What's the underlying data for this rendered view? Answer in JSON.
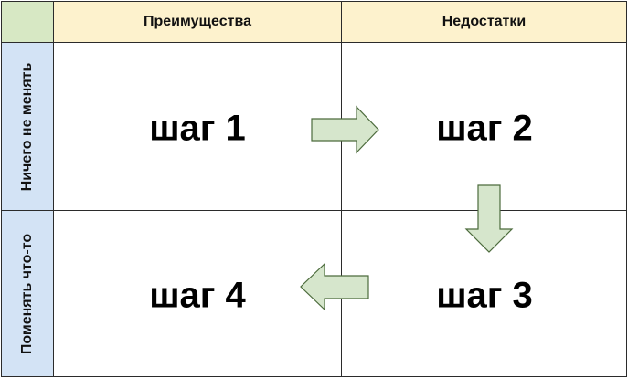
{
  "columns": {
    "advantages": "Преимущества",
    "disadvantages": "Недостатки"
  },
  "rows": {
    "change_nothing": "Ничего не менять",
    "change_something": "Поменять что-то"
  },
  "steps": {
    "step1": "шаг 1",
    "step2": "шаг 2",
    "step3": "шаг 3",
    "step4": "шаг 4"
  },
  "colors": {
    "corner": "#d7e8c4",
    "column_header": "#fdf2cd",
    "row_header": "#d3e3f5",
    "arrow_fill": "#d6e6cc",
    "arrow_stroke": "#4c6b3c"
  }
}
